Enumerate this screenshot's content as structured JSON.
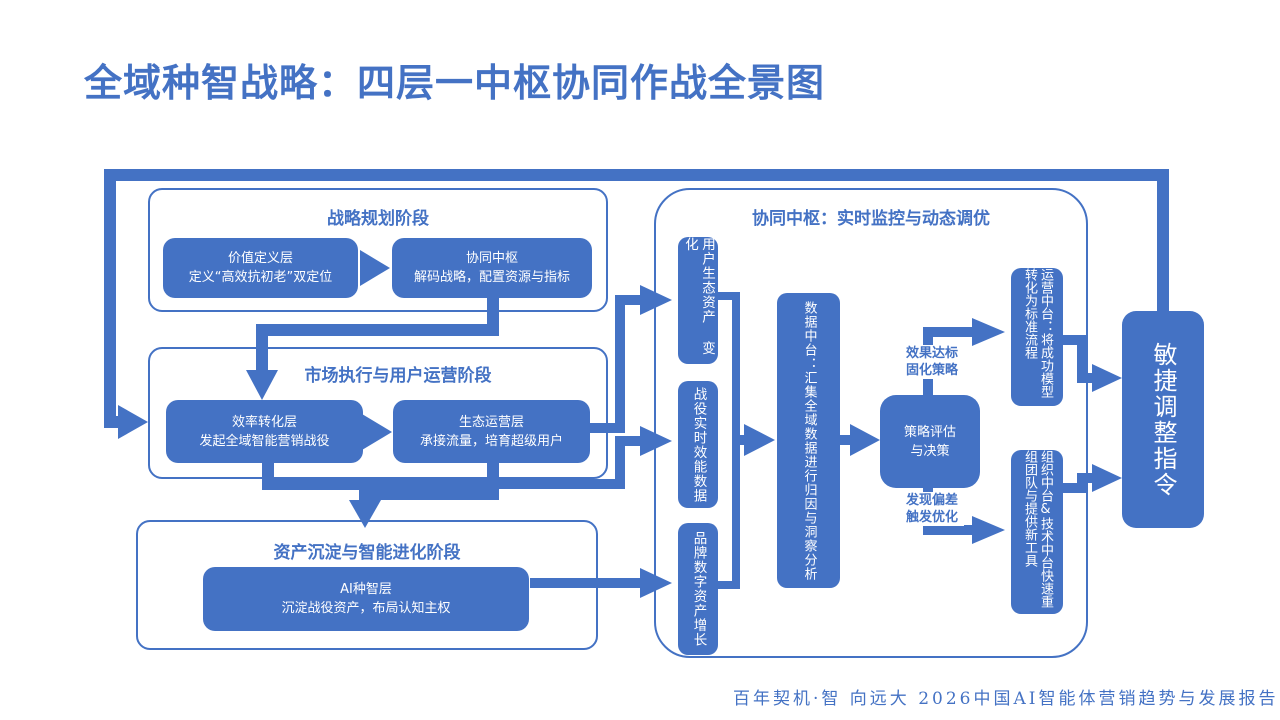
{
  "title": "全域种智战略：四层一中枢协同作战全景图",
  "footer": "百年契机·智 向远大  2026中国AI智能体营销趋势与发展报告",
  "colors": {
    "accent": "#4472c4",
    "node_text": "#ffffff",
    "background": "#ffffff"
  },
  "stages": {
    "planning": {
      "title": "战略规划阶段",
      "nodes": [
        {
          "name": "价值定义层",
          "desc": "定义“高效抗初老”双定位"
        },
        {
          "name": "协同中枢",
          "desc": "解码战略，配置资源与指标"
        }
      ]
    },
    "execution": {
      "title": "市场执行与用户运营阶段",
      "nodes": [
        {
          "name": "效率转化层",
          "desc": "发起全域智能营销战役"
        },
        {
          "name": "生态运营层",
          "desc": "承接流量，培育超级用户"
        }
      ]
    },
    "assets": {
      "title": "资产沉淀与智能进化阶段",
      "nodes": [
        {
          "name": "AI种智层",
          "desc": "沉淀战役资产，布局认知主权"
        }
      ]
    }
  },
  "hub": {
    "title": "协同中枢：实时监控与动态调优",
    "inputs": [
      "用户生态资产 变化",
      "战役实时效能数据",
      "品牌数字资产增长"
    ],
    "data_platform": "数据中台：汇集全域数据进行归因与洞察分析",
    "decision": {
      "line1": "策略评估",
      "line2": "与决策"
    },
    "branch_success": {
      "line1": "效果达标",
      "line2": "固化策略"
    },
    "branch_deviation": {
      "line1": "发现偏差",
      "line2": "触发优化"
    },
    "ops_platform": "运营中台：将成功模型转化为标准流程",
    "org_platform": "组织中台&技术中台快速重组团队与提供新工具"
  },
  "command": "敏捷调整指令"
}
